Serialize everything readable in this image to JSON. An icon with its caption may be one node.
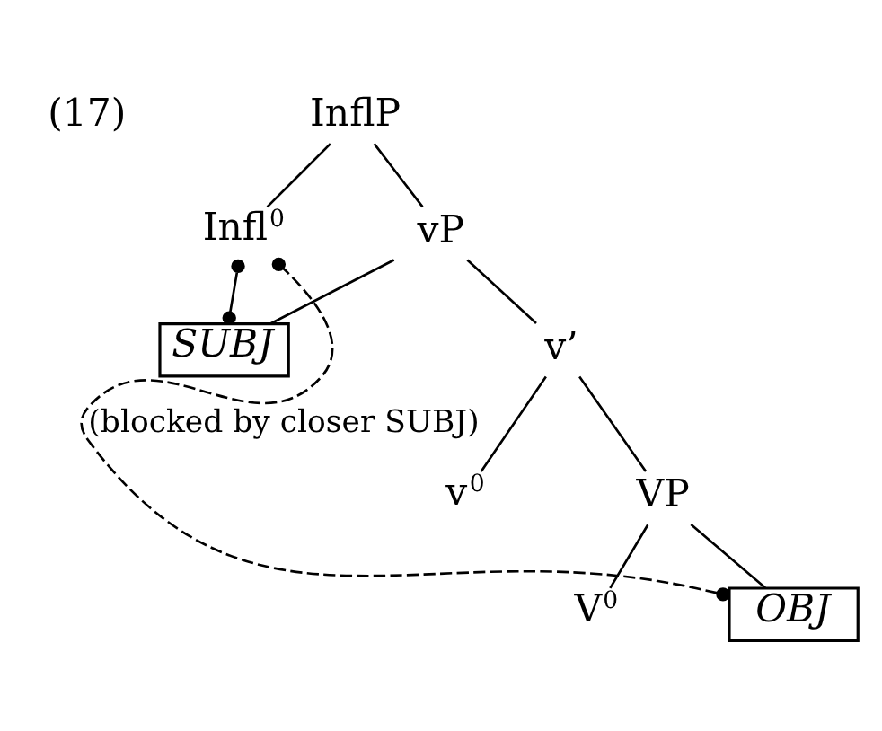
{
  "diagram": {
    "nodes": [
      {
        "text": [
          "InflP"
        ]
      },
      {
        "text": [
          "Infl$^{0}$"
        ]
      },
      {
        "text": [
          "vP"
        ]
      },
      {
        "text": [
          "SUBJ"
        ]
      },
      {
        "text": [
          "v’"
        ]
      },
      {
        "text": [
          "v$^{0}$"
        ]
      },
      {
        "text": [
          "VP"
        ]
      },
      {
        "text": [
          "V$^{0}$"
        ]
      },
      {
        "text": [
          "OBJ"
        ]
      }
    ],
    "edges": [
      {
        "from": 0,
        "to": 1,
        "arrow": "none"
      },
      {
        "from": 0,
        "to": 2,
        "arrow": "none"
      },
      {
        "from": 2,
        "to": 3,
        "arrow": "none"
      },
      {
        "from": 2,
        "to": 4,
        "arrow": "none"
      },
      {
        "from": 4,
        "to": 5,
        "arrow": "none"
      },
      {
        "from": 4,
        "to": 6,
        "arrow": "none"
      },
      {
        "from": 6,
        "to": 7,
        "arrow": "none"
      },
      {
        "from": 6,
        "to": 8,
        "arrow": "none"
      },
      {
        "from": 3,
        "to": 1,
        "arrow": "other"
      },
      {
        "from": 8,
        "to": 1,
        "arrow": "other",
        "style": "dashed",
        "label": "(blocked by closer SUBJ)"
      }
    ],
    "labels": [
      "(17)"
    ]
  }
}
